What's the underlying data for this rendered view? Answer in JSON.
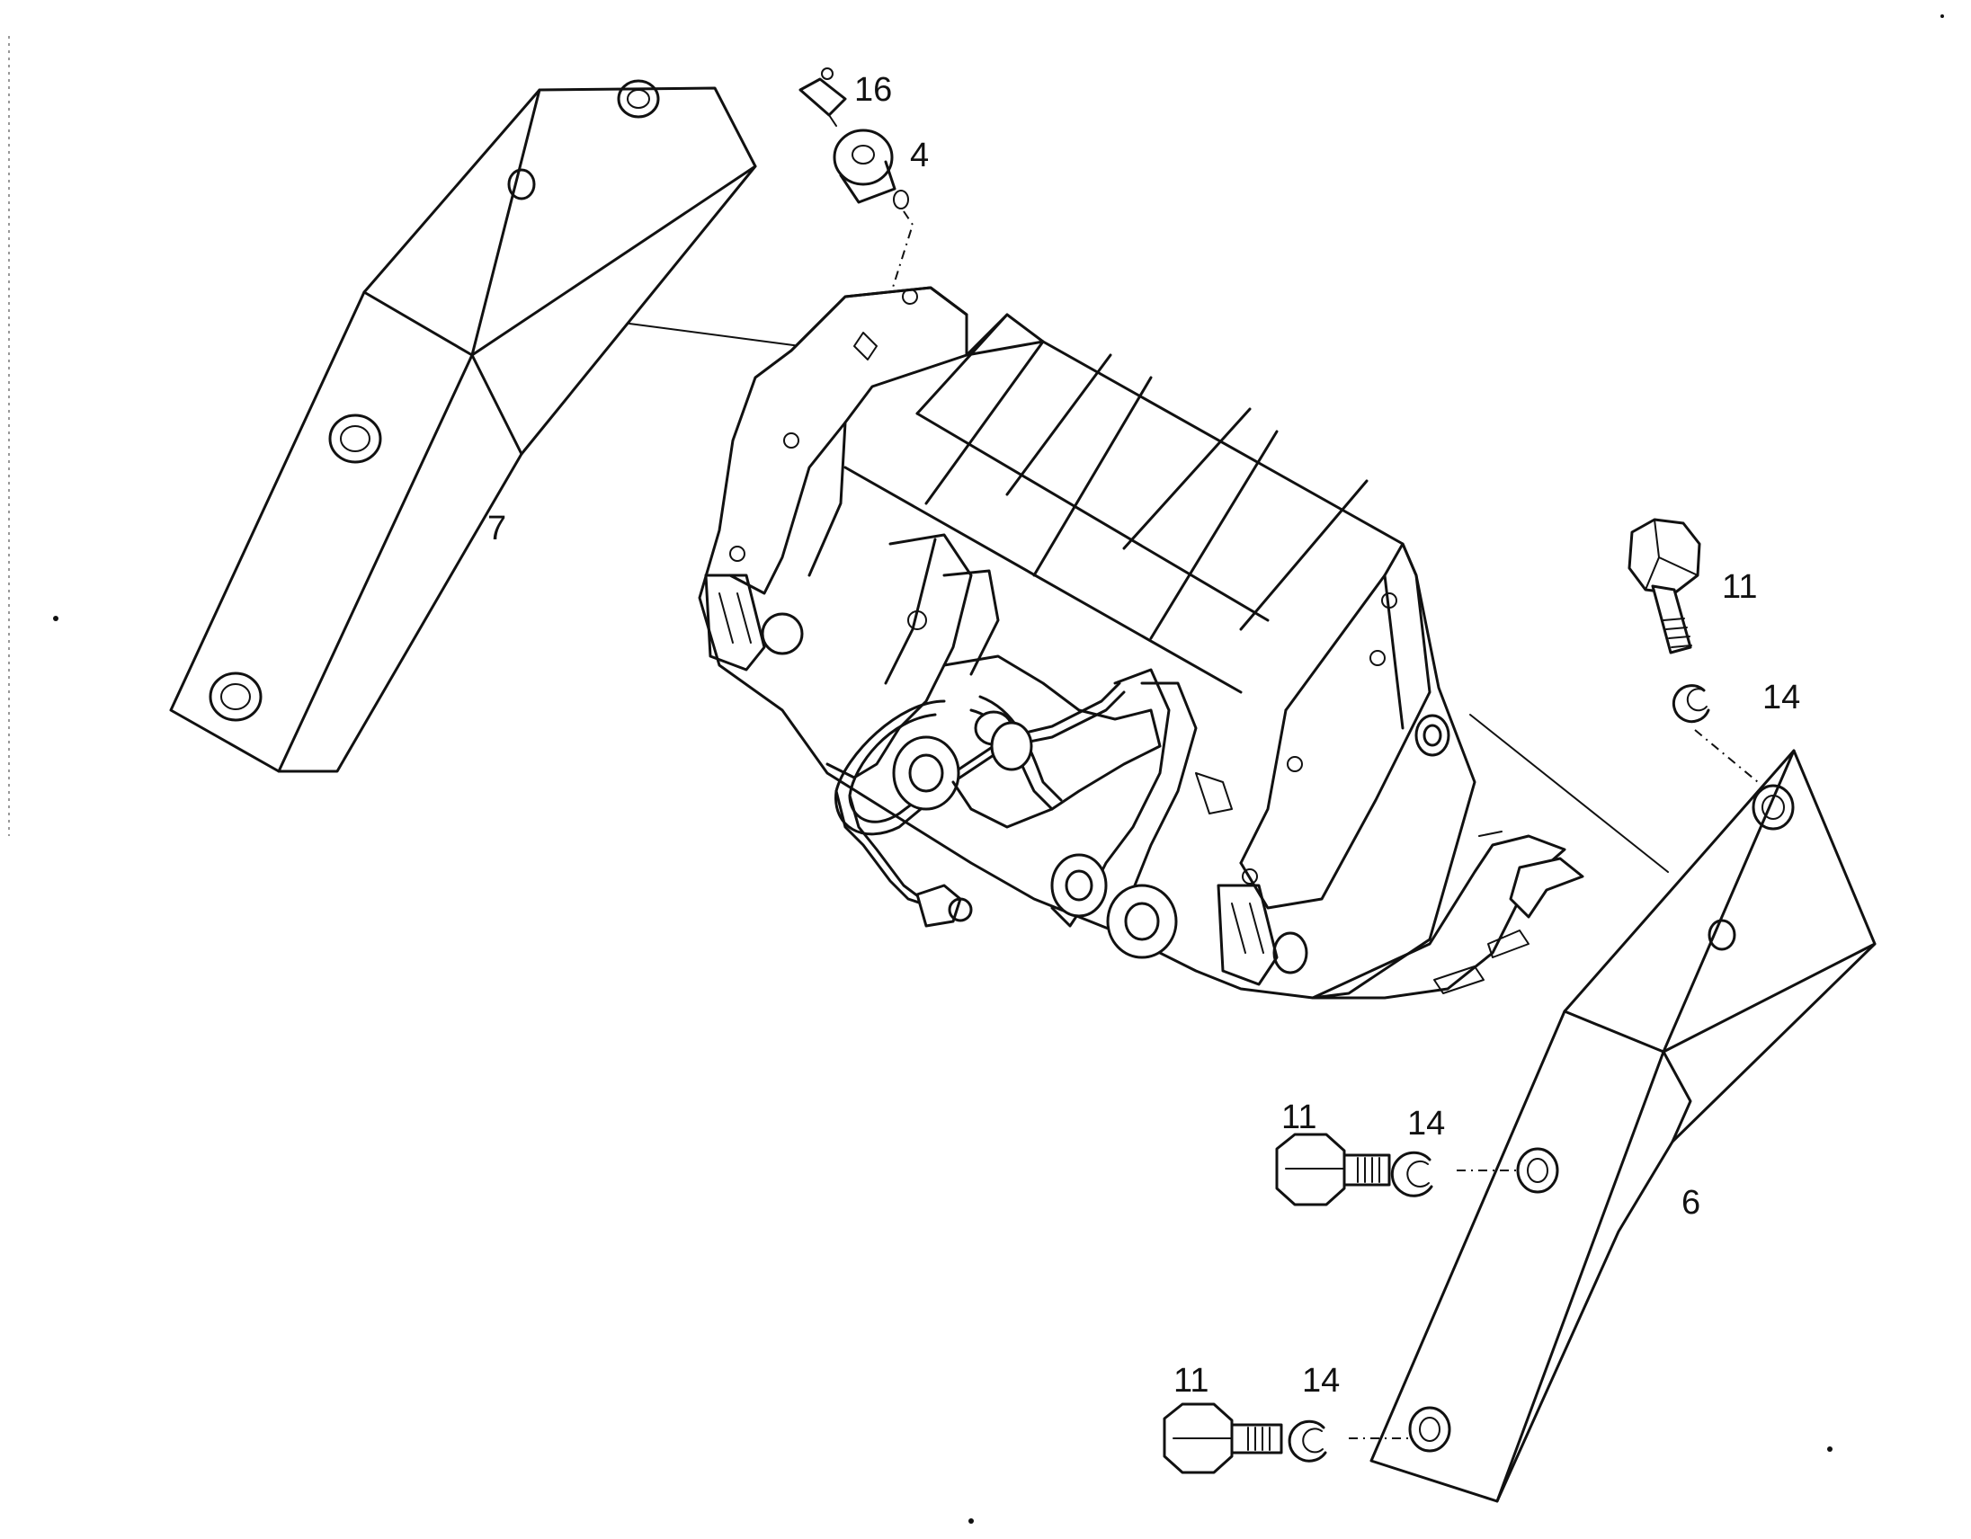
{
  "callouts": {
    "p16": "16",
    "p4": "4",
    "p7": "7",
    "p11_top": "11",
    "p14_top": "14",
    "p11_mid": "11",
    "p14_mid": "14",
    "p6": "6",
    "p11_bot": "11",
    "p14_bot": "14"
  }
}
